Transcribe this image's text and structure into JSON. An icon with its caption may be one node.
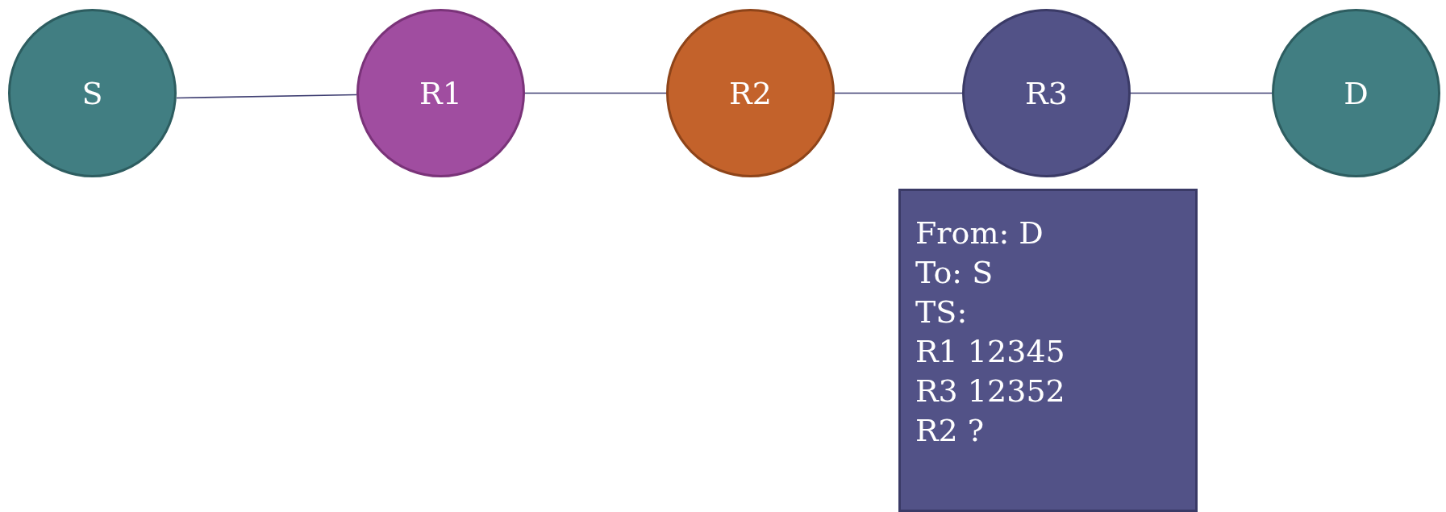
{
  "diagram": {
    "nodes": [
      {
        "text": [
          "S"
        ]
      },
      {
        "text": [
          "R1"
        ]
      },
      {
        "text": [
          "R2"
        ]
      },
      {
        "text": [
          "R3"
        ]
      },
      {
        "text": [
          "D"
        ]
      },
      {
        "text": [
          "From: D",
          "To: S",
          "TS:",
          "R1 12345",
          "R3 12352",
          "R2 ?"
        ]
      }
    ],
    "edges": [
      {
        "from": 0,
        "to": 1,
        "arrow": "none"
      },
      {
        "from": 1,
        "to": 2,
        "arrow": "none"
      },
      {
        "from": 2,
        "to": 3,
        "arrow": "none"
      },
      {
        "from": 3,
        "to": 4,
        "arrow": "none"
      }
    ]
  }
}
